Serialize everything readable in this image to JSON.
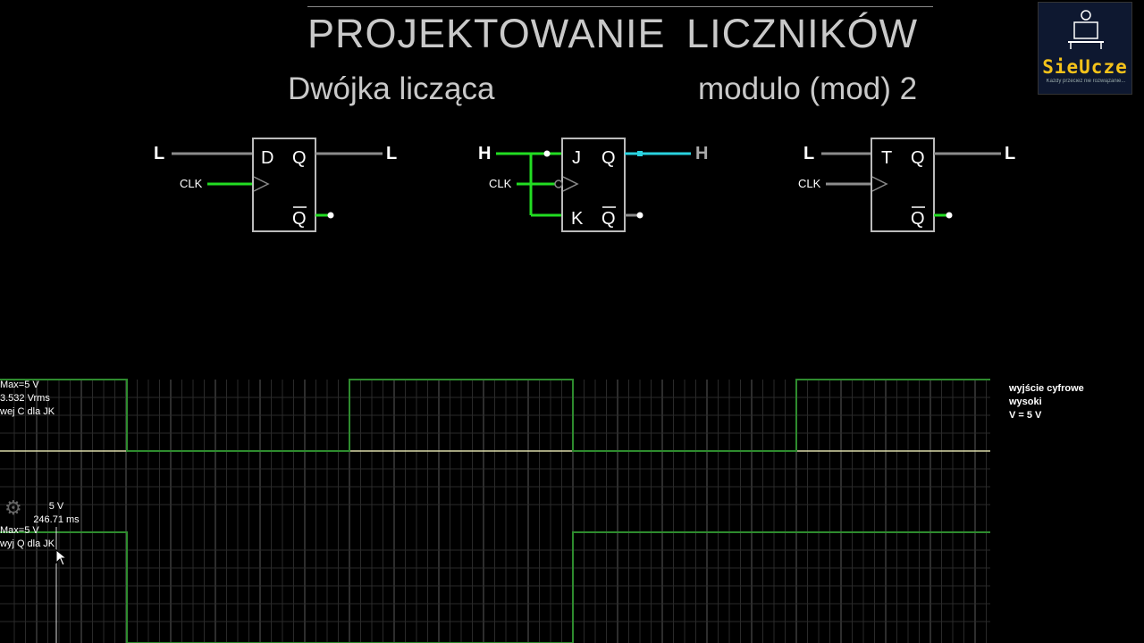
{
  "header": {
    "title": "PROJEKTOWANIE  LICZNIKÓW",
    "subtitle_left": "Dwójka licząca",
    "subtitle_right": "modulo (mod) 2"
  },
  "logo": {
    "text": "SieUcze",
    "tagline": "Każdy przecież nie rozwiązanie..."
  },
  "circuits": {
    "d_flipflop": {
      "input_label": "L",
      "d_pin": "D",
      "q_pin": "Q",
      "qbar_pin": "Q",
      "clk_label": "CLK",
      "output_label": "L"
    },
    "jk_flipflop": {
      "input_label": "H",
      "j_pin": "J",
      "k_pin": "K",
      "q_pin": "Q",
      "qbar_pin": "Q",
      "clk_label": "CLK",
      "output_label": "H"
    },
    "t_flipflop": {
      "input_label": "L",
      "t_pin": "T",
      "q_pin": "Q",
      "qbar_pin": "Q",
      "clk_label": "CLK",
      "output_label": "L"
    }
  },
  "scope": {
    "trace1": {
      "max": "Max=5 V",
      "rms": "3.532 Vrms",
      "name": "wej C dla JK"
    },
    "trace2": {
      "max": "Max=5 V",
      "name": "wyj Q dla JK"
    },
    "cursor": {
      "voltage": "5 V",
      "time": "246.71 ms"
    },
    "status": {
      "line1": "wyjście cyfrowe",
      "line2": "wysoki",
      "line3": "V = 5 V"
    }
  },
  "colors": {
    "active_wire": "#22dd22",
    "idle_wire": "#8c8c8c",
    "output_wire": "#2ad3e0",
    "trace": "#2e8b2e"
  }
}
